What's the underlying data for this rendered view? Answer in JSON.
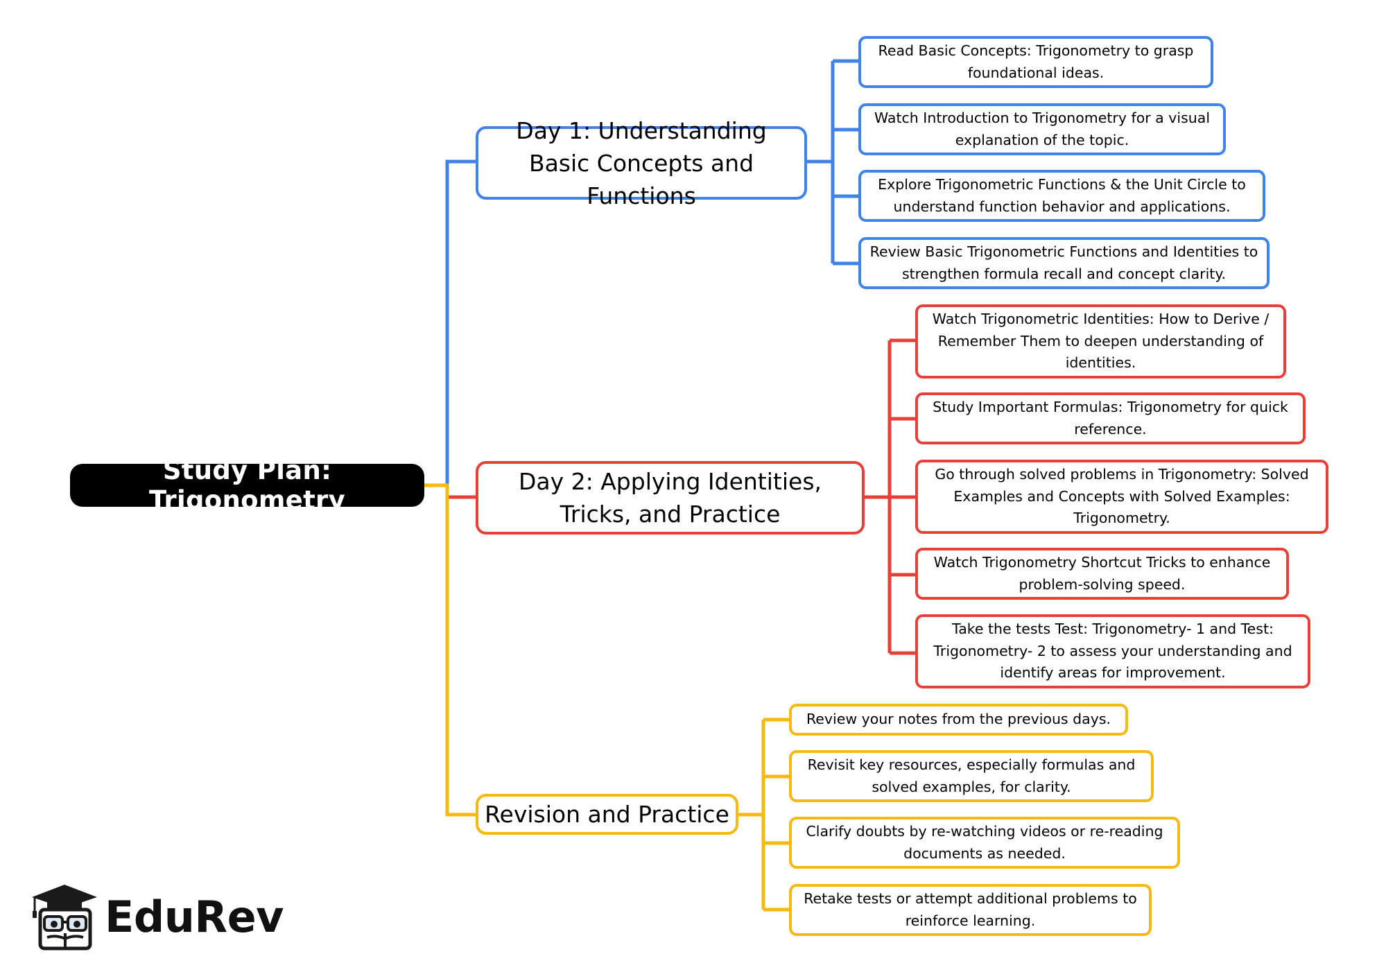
{
  "root": {
    "label": "Study Plan: Trigonometry"
  },
  "branches": [
    {
      "label": "Day 1: Understanding Basic Concepts and Functions",
      "color": "#3f83e8",
      "items": [
        "Read Basic Concepts: Trigonometry to grasp foundational ideas.",
        "Watch Introduction to Trigonometry for a visual explanation of the topic.",
        "Explore Trigonometric Functions & the Unit Circle to understand function behavior and applications.",
        "Review Basic Trigonometric Functions and Identities to strengthen formula recall and concept clarity."
      ]
    },
    {
      "label": "Day 2: Applying Identities, Tricks, and Practice",
      "color": "#e5413a",
      "items": [
        "Watch Trigonometric Identities: How to Derive / Remember Them to deepen understanding of identities.",
        "Study Important Formulas: Trigonometry for quick reference.",
        "Go through solved problems in Trigonometry: Solved Examples and Concepts with Solved Examples: Trigonometry.",
        "Watch Trigonometry Shortcut Tricks to enhance problem-solving speed.",
        "Take the tests Test: Trigonometry- 1 and Test: Trigonometry- 2 to assess your understanding and identify areas for improvement."
      ]
    },
    {
      "label": "Revision and Practice",
      "color": "#f6b90f",
      "items": [
        "Review your notes from the previous days.",
        "Revisit key resources, especially formulas and solved examples, for clarity.",
        "Clarify doubts by re-watching videos or re-reading documents as needed.",
        "Retake tests or attempt additional problems to reinforce learning."
      ]
    }
  ],
  "logo": {
    "text": "EduRev",
    "icon": "graduation-cap-mascot-icon"
  }
}
